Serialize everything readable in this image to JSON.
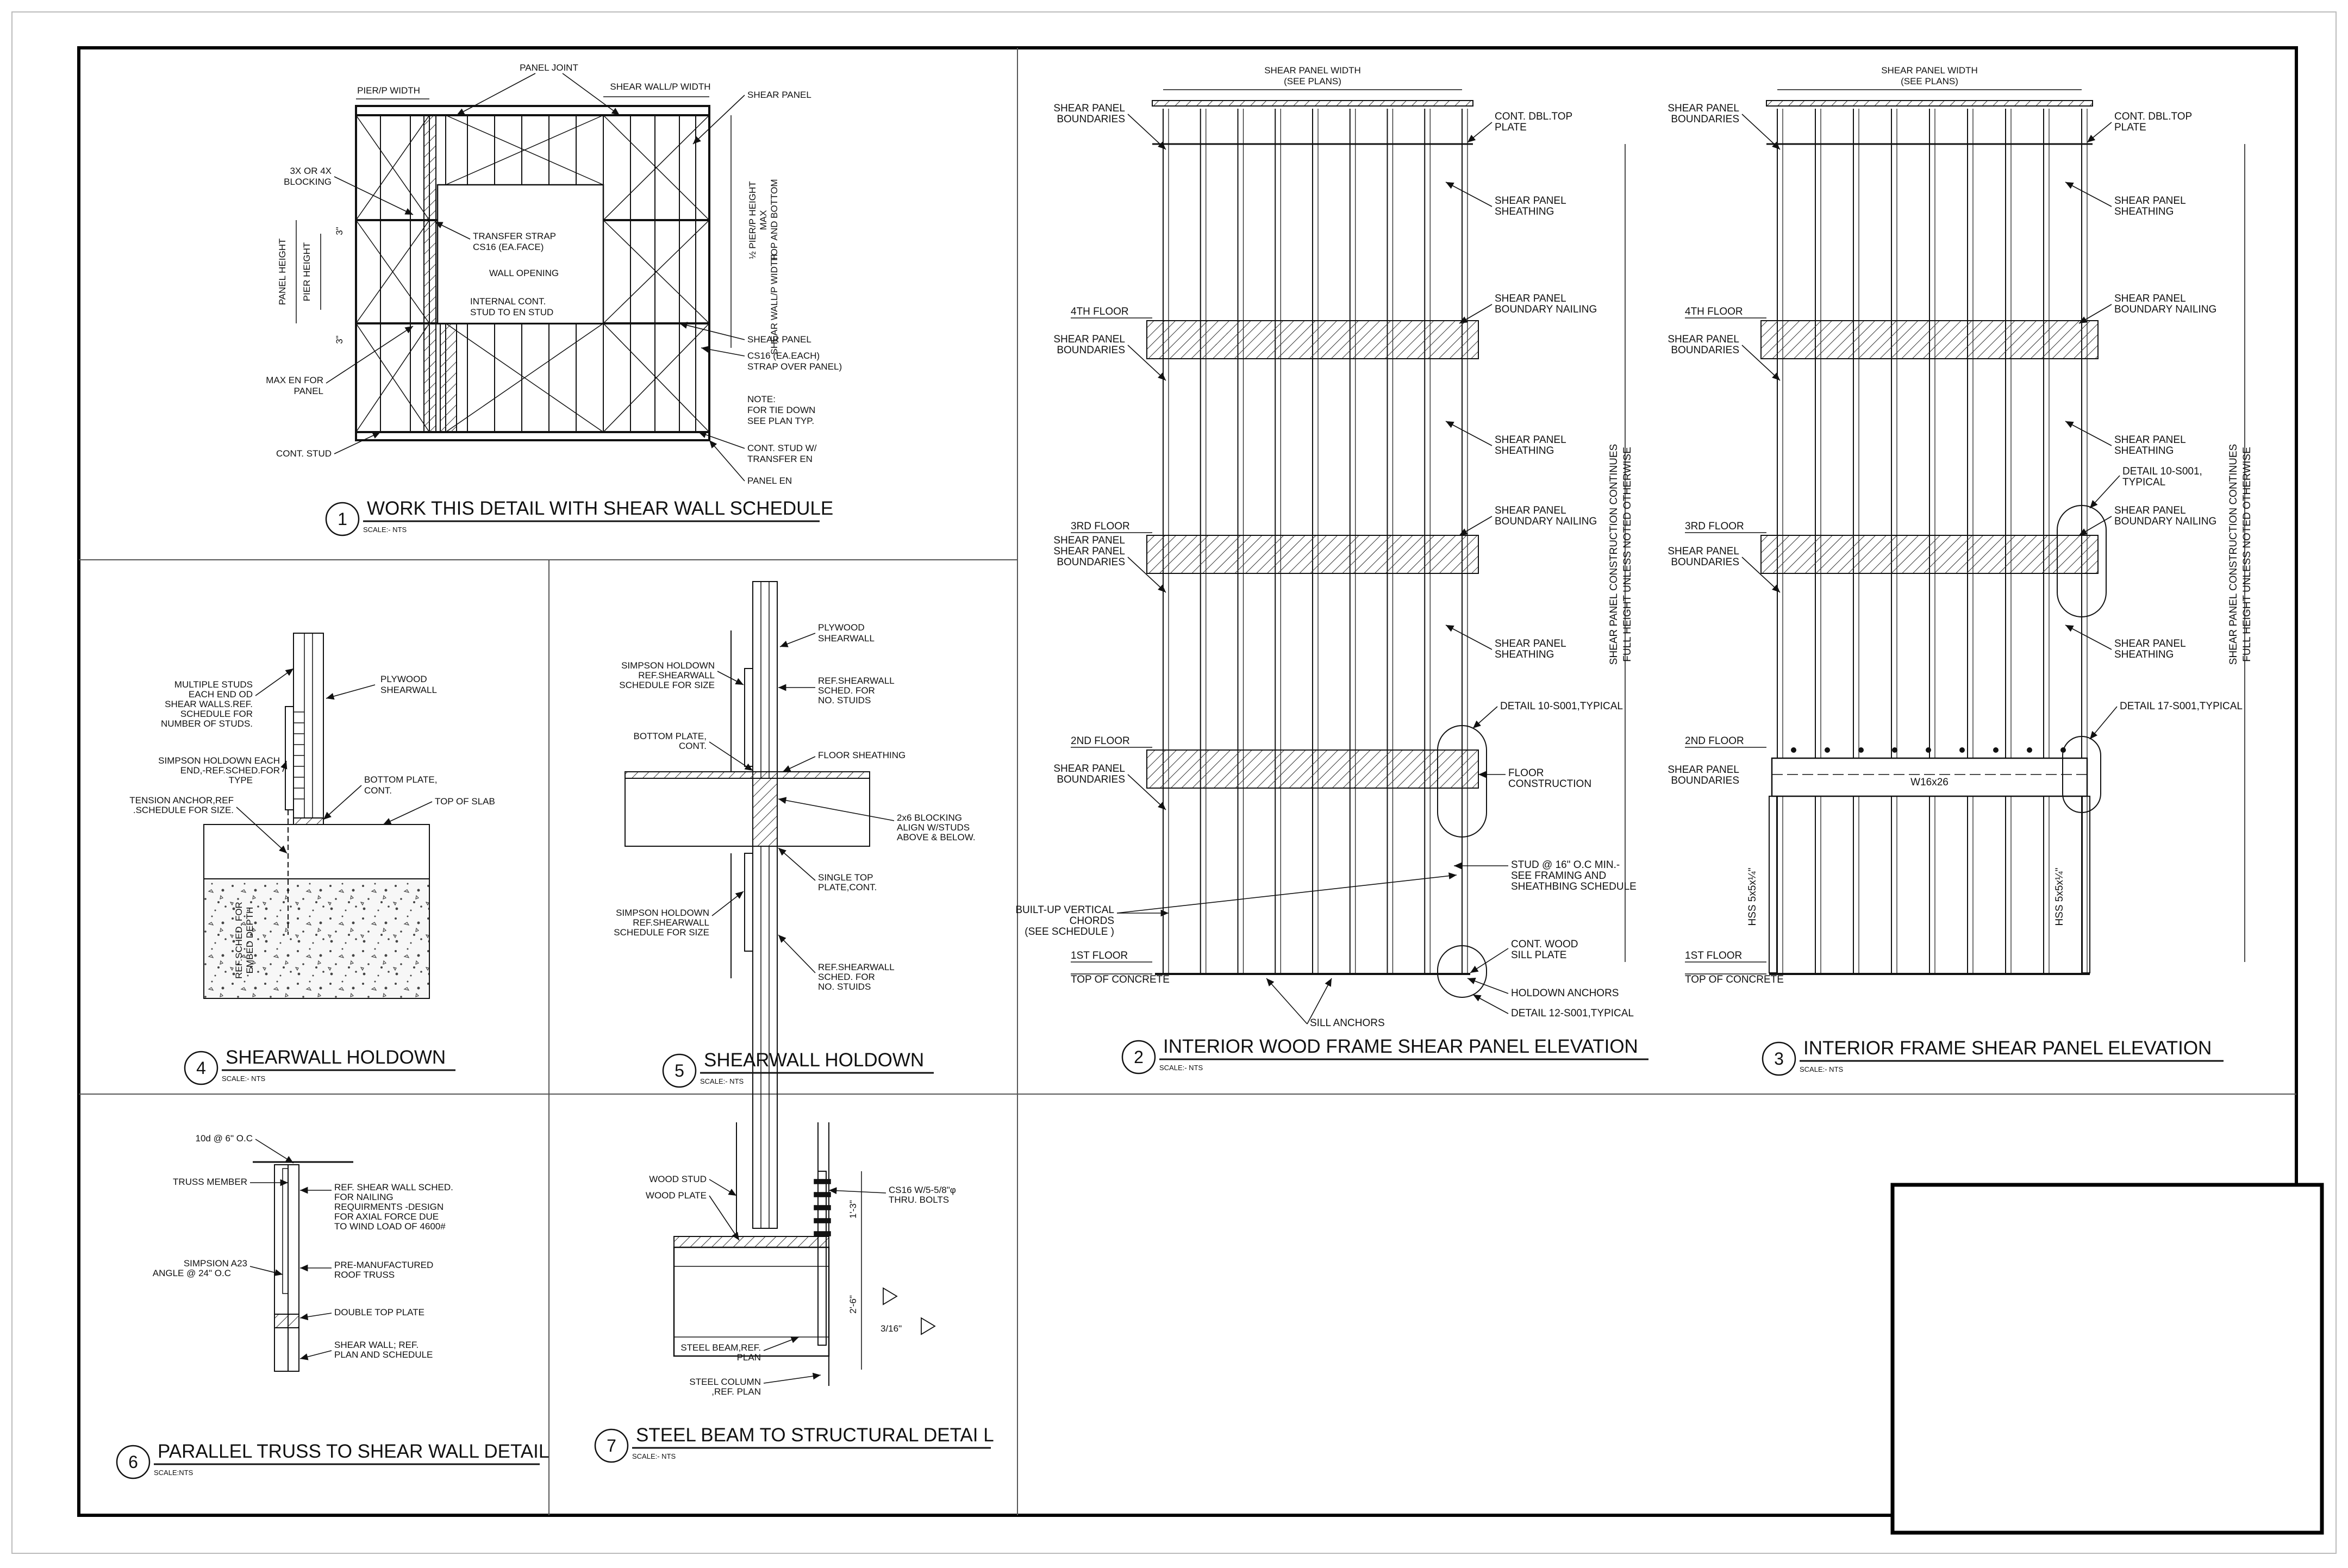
{
  "details": {
    "d1": {
      "number": "1",
      "title": "WORK THIS DETAIL WITH SHEAR WALL SCHEDULE",
      "scale": "SCALE:- NTS",
      "labels": {
        "panel_joint": "PANEL JOINT",
        "pier_width": "PIER/P WIDTH",
        "shear_wall_width": "SHEAR WALL/P WIDTH",
        "shear_panel_top": "SHEAR PANEL",
        "blocking_1": "3X OR 4X",
        "blocking_2": "BLOCKING",
        "pier_height_max_1": "½ PIER/P HEIGHT",
        "pier_height_max_2": "MAX",
        "pier_height_max_3": "TOP AND BOTTOM",
        "shear_wall_p_width_v": "SHEAR WALL/P WIDTH",
        "panel_height": "PANEL HEIGHT",
        "pier_height": "PIER HEIGHT",
        "dim_3_top": "3\"",
        "dim_3_bot": "3\"",
        "transfer_strap_1": "TRANSFER STRAP",
        "transfer_strap_2": "CS16  (EA.FACE)",
        "wall_opening": "WALL OPENING",
        "internal_cont_1": "INTERNAL CONT.",
        "internal_cont_2": "STUD TO EN STUD",
        "shear_panel_mid": "SHEAR PANEL",
        "cs16_1": "CS16  (EA.EACH)",
        "cs16_2": "STRAP OVER PANEL)",
        "max_en_1": "MAX EN FOR",
        "max_en_2": "PANEL",
        "note_1": "NOTE:",
        "note_2": "FOR TIE DOWN",
        "note_3": "SEE PLAN TYP.",
        "cont_stud": "CONT. STUD",
        "cont_stud_w_1": "CONT. STUD W/",
        "cont_stud_w_2": "TRANSFER EN",
        "panel_en": "PANEL EN"
      }
    },
    "d2": {
      "number": "2",
      "title": "INTERIOR WOOD FRAME SHEAR PANEL ELEVATION",
      "scale": "SCALE:- NTS",
      "labels": {
        "width_1": "SHEAR PANEL WIDTH",
        "width_2": "(SEE PLANS)",
        "boundaries": "SHEAR PANEL",
        "boundaries_2": "BOUNDARIES",
        "cont_dbl_1": "CONT. DBL.TOP",
        "cont_dbl_2": "PLATE",
        "sheathing_1": "SHEAR PANEL",
        "sheathing_2": "SHEATHING",
        "floor_4": "4TH FLOOR",
        "floor_3": "3RD FLOOR",
        "floor_2": "2ND FLOOR",
        "floor_1": "1ST FLOOR",
        "top_concrete": "TOP OF CONCRETE",
        "boundary_nailing_1": "SHEAR PANEL",
        "boundary_nailing_2": "BOUNDARY NAILING",
        "detail_10": "DETAIL 10-S001,TYPICAL",
        "floor_construction_1": "FLOOR",
        "floor_construction_2": "CONSTRUCTION",
        "stud_1": "STUD @ 16\" O.C MIN.-",
        "stud_2": "SEE FRAMING AND",
        "stud_3": "SHEATHBING SCHEDULE",
        "built_up_1": "BUILT-UP VERTICAL",
        "built_up_2": "CHORDS",
        "built_up_3": "(SEE SCHEDULE )",
        "cont_wood_1": "CONT. WOOD",
        "cont_wood_2": "SILL PLATE",
        "holdown_anchors": "HOLDOWN ANCHORS",
        "detail_12": "DETAIL 12-S001,TYPICAL",
        "sill_anchors": "SILL ANCHORS",
        "vertical_note_1": "SHEAR PANEL CONSTRUCTION CONTINUES",
        "vertical_note_2": "FULL HEIGHT UNLESS NOTED OTHERWISE"
      }
    },
    "d3": {
      "number": "3",
      "title": "INTERIOR  FRAME SHEAR PANEL ELEVATION",
      "scale": "SCALE:- NTS",
      "labels": {
        "width_1": "SHEAR PANEL WIDTH",
        "width_2": "(SEE PLANS)",
        "boundaries": "SHEAR PANEL",
        "boundaries_2": "BOUNDARIES",
        "cont_dbl_1": "CONT. DBL.TOP",
        "cont_dbl_2": "PLATE",
        "sheathing_1": "SHEAR PANEL",
        "sheathing_2": "SHEATHING",
        "floor_4": "4TH FLOOR",
        "floor_3": "3RD FLOOR",
        "floor_2": "2ND FLOOR",
        "floor_1": "1ST FLOOR",
        "top_concrete": "TOP OF CONCRETE",
        "boundary_nailing_1": "SHEAR PANEL",
        "boundary_nailing_2": "BOUNDARY NAILING",
        "detail_10_1": "DETAIL 10-S001,",
        "detail_10_2": "TYPICAL",
        "detail_17": "DETAIL 17-S001,TYPICAL",
        "beam": "W16x26",
        "hss": "HSS 5x5x¼\"",
        "vertical_note_1": "SHEAR PANEL CONSTRUCTION CONTINUES",
        "vertical_note_2": "FULL HEIGHT UNLESS NOTED OTHERWISE"
      }
    },
    "d4": {
      "number": "4",
      "title": "SHEARWALL HOLDOWN",
      "scale": "SCALE:- NTS",
      "labels": {
        "multiple_1": "MULTIPLE STUDS",
        "multiple_2": "EACH END OD",
        "multiple_3": "SHEAR WALLS.REF.",
        "multiple_4": "SCHEDULE FOR",
        "multiple_5": "NUMBER OF STUDS.",
        "plywood_1": "PLYWOOD",
        "plywood_2": "SHEARWALL",
        "simpson_1": "SIMPSON HOLDOWN EACH",
        "simpson_2": "END,-REF.SCHED.FOR",
        "simpson_3": "TYPE",
        "bottom_plate_1": "BOTTOM PLATE,",
        "bottom_plate_2": "CONT.",
        "tension_1": "TENSION ANCHOR,REF",
        "tension_2": ".SCHEDULE FOR SIZE.",
        "top_slab": "TOP OF SLAB",
        "embed_1": "REF.SCHED. FOR",
        "embed_2": "EMBED DEPTH"
      }
    },
    "d5": {
      "number": "5",
      "title": "SHEARWALL HOLDOWN",
      "scale": "SCALE:- NTS",
      "labels": {
        "plywood_1": "PLYWOOD",
        "plywood_2": "SHEARWALL",
        "simpson_top_1": "SIMPSON HOLDOWN",
        "simpson_top_2": "REF.SHEARWALL",
        "simpson_top_3": "SCHEDULE FOR SIZE",
        "ref_top_1": "REF.SHEARWALL",
        "ref_top_2": "SCHED. FOR",
        "ref_top_3": "NO. STUIDS",
        "bottom_plate_1": "BOTTOM PLATE,",
        "bottom_plate_2": "CONT.",
        "floor_sheathing": "FLOOR SHEATHING",
        "blocking_1": "2x6 BLOCKING",
        "blocking_2": "ALIGN W/STUDS",
        "blocking_3": "ABOVE & BELOW.",
        "single_top_1": "SINGLE TOP",
        "single_top_2": "PLATE,CONT.",
        "simpson_bot_1": "SIMPSON HOLDOWN",
        "simpson_bot_2": "REF.SHEARWALL",
        "simpson_bot_3": "SCHEDULE FOR SIZE",
        "ref_bot_1": "REF.SHEARWALL",
        "ref_bot_2": "SCHED. FOR",
        "ref_bot_3": "NO. STUIDS"
      }
    },
    "d6": {
      "number": "6",
      "title": "PARALLEL TRUSS TO SHEAR WALL DETAIL",
      "scale": "SCALE:NTS",
      "labels": {
        "nail": "10d @ 6\" O.C",
        "truss_member": "TRUSS MEMBER",
        "ref_1": "REF. SHEAR WALL SCHED.",
        "ref_2": "FOR NAILING",
        "ref_3": "REQUIRMENTS -DESIGN",
        "ref_4": "FOR AXIAL FORCE DUE",
        "ref_5": "TO WIND LOAD OF 4600#",
        "simpson_1": "SIMPSION A23",
        "simpson_2": "ANGLE @ 24\" O.C",
        "pre_1": "PRE-MANUFACTURED",
        "pre_2": "ROOF TRUSS",
        "dbl_top": "DOUBLE TOP PLATE",
        "shear_1": "SHEAR WALL; REF.",
        "shear_2": "PLAN AND SCHEDULE"
      }
    },
    "d7": {
      "number": "7",
      "title": "STEEL BEAM TO STRUCTURAL DETAI L",
      "scale": "SCALE:- NTS",
      "labels": {
        "wood_stud": "WOOD STUD",
        "wood_plate": "WOOD PLATE",
        "cs16_1": "CS16 W/5-5/8\"φ",
        "cs16_2": "THRU. BOLTS",
        "dim_top": "1'-3\"",
        "dim_mid": "2'-6\"",
        "weld": "3/16\"",
        "steel_beam_1": "STEEL BEAM,REF.",
        "steel_beam_2": "PLAN",
        "steel_col_1": "STEEL COLUMN",
        "steel_col_2": ",REF. PLAN"
      }
    }
  }
}
